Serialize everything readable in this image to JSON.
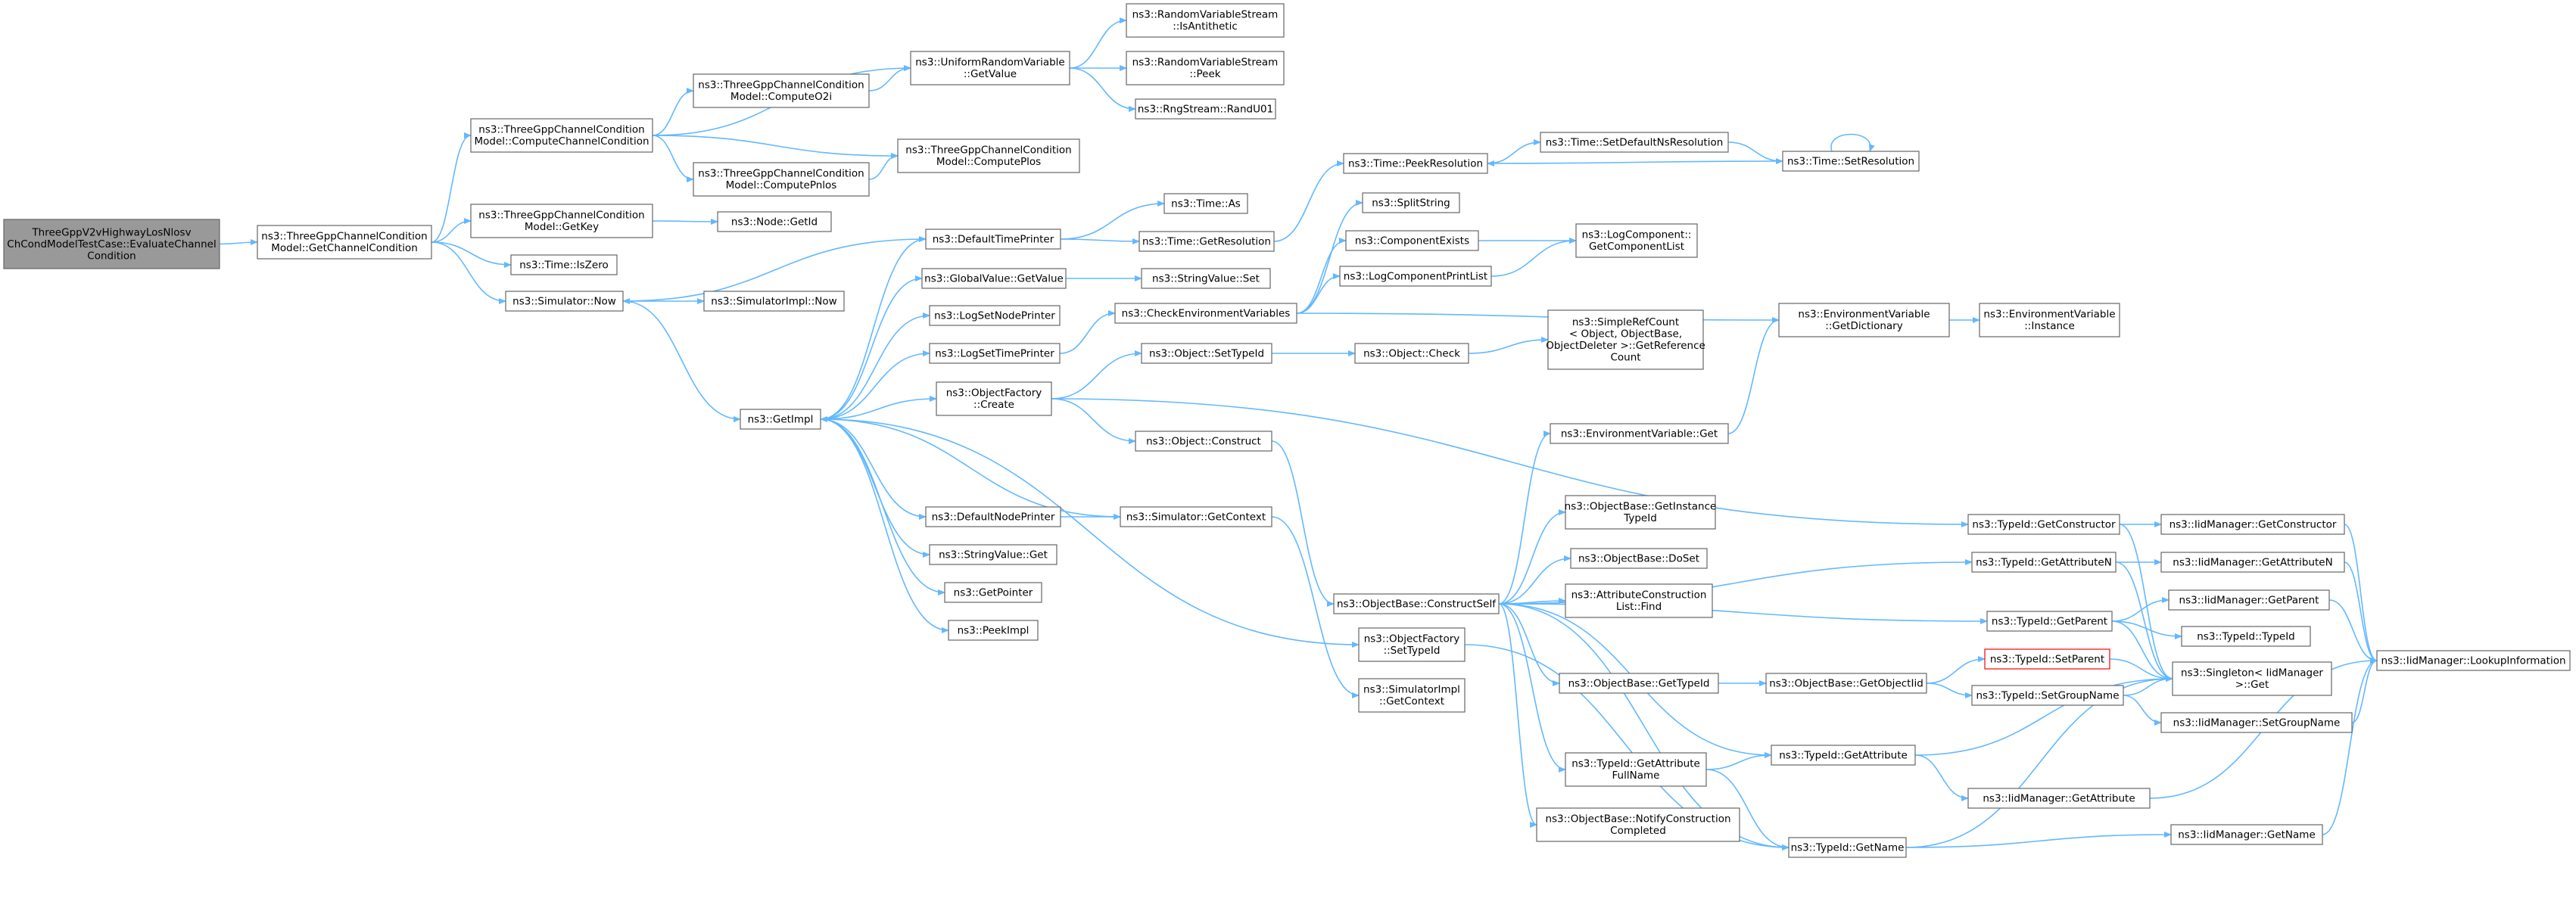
{
  "diagram": {
    "colors": {
      "edge": "#63b8ff",
      "node_border": "#666666",
      "node_fill": "#ffffff",
      "root_fill": "#999999",
      "root_border": "#666666",
      "highlight_border": "#ff0000"
    },
    "nodes": [
      {
        "id": "root",
        "lines": [
          "ThreeGppV2vHighwayLosNlosv",
          "ChCondModelTestCase::EvaluateChannel",
          "Condition"
        ],
        "style": "root"
      },
      {
        "id": "getChannelCondition",
        "lines": [
          "ns3::ThreeGppChannelCondition",
          "Model::GetChannelCondition"
        ]
      },
      {
        "id": "computeChannelCondition",
        "lines": [
          "ns3::ThreeGppChannelCondition",
          "Model::ComputeChannelCondition"
        ]
      },
      {
        "id": "getKey",
        "lines": [
          "ns3::ThreeGppChannelCondition",
          "Model::GetKey"
        ]
      },
      {
        "id": "timeIsZero",
        "lines": [
          "ns3::Time::IsZero"
        ]
      },
      {
        "id": "simulatorNow",
        "lines": [
          "ns3::Simulator::Now"
        ]
      },
      {
        "id": "computeO2i",
        "lines": [
          "ns3::ThreeGppChannelCondition",
          "Model::ComputeO2i"
        ]
      },
      {
        "id": "computePnlos",
        "lines": [
          "ns3::ThreeGppChannelCondition",
          "Model::ComputePnlos"
        ]
      },
      {
        "id": "uniformGetValue",
        "lines": [
          "ns3::UniformRandomVariable",
          "::GetValue"
        ]
      },
      {
        "id": "computePlos",
        "lines": [
          "ns3::ThreeGppChannelCondition",
          "Model::ComputePlos"
        ]
      },
      {
        "id": "isAntithetic",
        "lines": [
          "ns3::RandomVariableStream",
          "::IsAntithetic"
        ]
      },
      {
        "id": "peek",
        "lines": [
          "ns3::RandomVariableStream",
          "::Peek"
        ]
      },
      {
        "id": "randU01",
        "lines": [
          "ns3::RngStream::RandU01"
        ]
      },
      {
        "id": "nodeGetId",
        "lines": [
          "ns3::Node::GetId"
        ]
      },
      {
        "id": "simImplNow",
        "lines": [
          "ns3::SimulatorImpl::Now"
        ]
      },
      {
        "id": "getImpl",
        "lines": [
          "ns3::GetImpl"
        ]
      },
      {
        "id": "defaultTimePrinter",
        "lines": [
          "ns3::DefaultTimePrinter"
        ]
      },
      {
        "id": "globalValueGetValue",
        "lines": [
          "ns3::GlobalValue::GetValue"
        ]
      },
      {
        "id": "logSetNodePrinter",
        "lines": [
          "ns3::LogSetNodePrinter"
        ]
      },
      {
        "id": "logSetTimePrinter",
        "lines": [
          "ns3::LogSetTimePrinter"
        ]
      },
      {
        "id": "objectFactoryCreate",
        "lines": [
          "ns3::ObjectFactory",
          "::Create"
        ]
      },
      {
        "id": "defaultNodePrinter",
        "lines": [
          "ns3::DefaultNodePrinter"
        ]
      },
      {
        "id": "stringValueGet",
        "lines": [
          "ns3::StringValue::Get"
        ]
      },
      {
        "id": "getPointer",
        "lines": [
          "ns3::GetPointer"
        ]
      },
      {
        "id": "peekImpl",
        "lines": [
          "ns3::PeekImpl"
        ]
      },
      {
        "id": "timeAs",
        "lines": [
          "ns3::Time::As"
        ]
      },
      {
        "id": "timeGetResolution",
        "lines": [
          "ns3::Time::GetResolution"
        ]
      },
      {
        "id": "stringValueSet",
        "lines": [
          "ns3::StringValue::Set"
        ]
      },
      {
        "id": "checkEnvVars",
        "lines": [
          "ns3::CheckEnvironmentVariables"
        ]
      },
      {
        "id": "objectSetTypeId",
        "lines": [
          "ns3::Object::SetTypeId"
        ]
      },
      {
        "id": "objectConstruct",
        "lines": [
          "ns3::Object::Construct"
        ]
      },
      {
        "id": "simulatorGetContext",
        "lines": [
          "ns3::Simulator::GetContext"
        ]
      },
      {
        "id": "timePeekResolution",
        "lines": [
          "ns3::Time::PeekResolution"
        ]
      },
      {
        "id": "splitString",
        "lines": [
          "ns3::SplitString"
        ]
      },
      {
        "id": "componentExists",
        "lines": [
          "ns3::ComponentExists"
        ]
      },
      {
        "id": "logComponentPrintList",
        "lines": [
          "ns3::LogComponentPrintList"
        ]
      },
      {
        "id": "objectCheck",
        "lines": [
          "ns3::Object::Check"
        ]
      },
      {
        "id": "objectBaseConstructSelf",
        "lines": [
          "ns3::ObjectBase::ConstructSelf"
        ]
      },
      {
        "id": "objectFactorySetTypeId",
        "lines": [
          "ns3::ObjectFactory",
          "::SetTypeId"
        ]
      },
      {
        "id": "simImplGetContext",
        "lines": [
          "ns3::SimulatorImpl",
          "::GetContext"
        ]
      },
      {
        "id": "timeSetDefaultNsResolution",
        "lines": [
          "ns3::Time::SetDefaultNsResolution"
        ]
      },
      {
        "id": "timeSetResolution",
        "lines": [
          "ns3::Time::SetResolution"
        ]
      },
      {
        "id": "logComponentGetList",
        "lines": [
          "ns3::LogComponent::",
          "GetComponentList"
        ]
      },
      {
        "id": "simpleRefCount",
        "lines": [
          "ns3::SimpleRefCount",
          "< Object, ObjectBase,",
          "ObjectDeleter >::GetReference",
          "Count"
        ]
      },
      {
        "id": "envVarGetDictionary",
        "lines": [
          "ns3::EnvironmentVariable",
          "::GetDictionary"
        ]
      },
      {
        "id": "envVarGet",
        "lines": [
          "ns3::EnvironmentVariable::Get"
        ]
      },
      {
        "id": "getInstanceTypeId",
        "lines": [
          "ns3::ObjectBase::GetInstance",
          "TypeId"
        ]
      },
      {
        "id": "objectBaseDoSet",
        "lines": [
          "ns3::ObjectBase::DoSet"
        ]
      },
      {
        "id": "attrConstructionFind",
        "lines": [
          "ns3::AttributeConstruction",
          "List::Find"
        ]
      },
      {
        "id": "objectBaseGetTypeId",
        "lines": [
          "ns3::ObjectBase::GetTypeId"
        ]
      },
      {
        "id": "typeIdGetAttributeFullName",
        "lines": [
          "ns3::TypeId::GetAttribute",
          "FullName"
        ]
      },
      {
        "id": "notifyConstructionCompleted",
        "lines": [
          "ns3::ObjectBase::NotifyConstruction",
          "Completed"
        ]
      },
      {
        "id": "envVarInstance",
        "lines": [
          "ns3::EnvironmentVariable",
          "::Instance"
        ]
      },
      {
        "id": "typeIdGetConstructor",
        "lines": [
          "ns3::TypeId::GetConstructor"
        ]
      },
      {
        "id": "typeIdGetAttributeN",
        "lines": [
          "ns3::TypeId::GetAttributeN"
        ]
      },
      {
        "id": "typeIdGetParent",
        "lines": [
          "ns3::TypeId::GetParent"
        ]
      },
      {
        "id": "objectBaseGetObjectIid",
        "lines": [
          "ns3::ObjectBase::GetObjectIid"
        ]
      },
      {
        "id": "typeIdSetParent",
        "lines": [
          "ns3::TypeId::SetParent"
        ],
        "style": "highlight"
      },
      {
        "id": "typeIdSetGroupName",
        "lines": [
          "ns3::TypeId::SetGroupName"
        ]
      },
      {
        "id": "typeIdGetAttribute",
        "lines": [
          "ns3::TypeId::GetAttribute"
        ]
      },
      {
        "id": "typeIdGetName",
        "lines": [
          "ns3::TypeId::GetName"
        ]
      },
      {
        "id": "iidGetConstructor",
        "lines": [
          "ns3::IidManager::GetConstructor"
        ]
      },
      {
        "id": "iidGetAttributeN",
        "lines": [
          "ns3::IidManager::GetAttributeN"
        ]
      },
      {
        "id": "iidGetParent",
        "lines": [
          "ns3::IidManager::GetParent"
        ]
      },
      {
        "id": "typeIdTypeId",
        "lines": [
          "ns3::TypeId::TypeId"
        ]
      },
      {
        "id": "singletonGet",
        "lines": [
          "ns3::Singleton< IidManager",
          ">::Get"
        ]
      },
      {
        "id": "iidSetGroupName",
        "lines": [
          "ns3::IidManager::SetGroupName"
        ]
      },
      {
        "id": "iidGetAttribute",
        "lines": [
          "ns3::IidManager::GetAttribute"
        ]
      },
      {
        "id": "iidGetName",
        "lines": [
          "ns3::IidManager::GetName"
        ]
      },
      {
        "id": "iidLookupInformation",
        "lines": [
          "ns3::IidManager::LookupInformation"
        ]
      }
    ]
  }
}
